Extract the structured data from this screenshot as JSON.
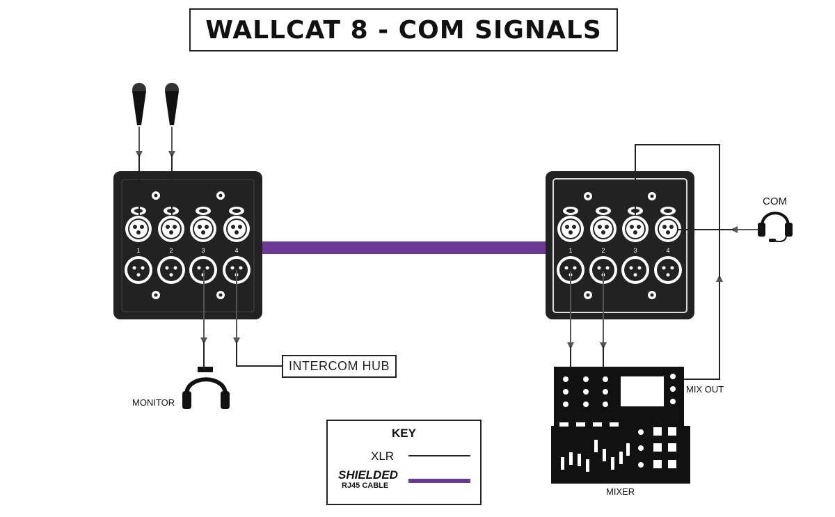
{
  "title": "WALLCAT 8 - COM SIGNALS",
  "labels": {
    "monitor": "MONITOR",
    "intercom_hub": "INTERCOM HUB",
    "com": "COM",
    "mix_out": "MIX OUT",
    "mixer": "MIXER"
  },
  "wallplate_channel_numbers": [
    "1",
    "2",
    "3",
    "4"
  ],
  "key": {
    "title": "KEY",
    "xlr_label": "XLR",
    "shielded_label": "SHIELDED",
    "rj45_label": "RJ45 CABLE"
  },
  "colors": {
    "xlr_line": "#222222",
    "rj45_cable": "#6a3a96",
    "plate": "#222222",
    "signal_line": "#555555"
  }
}
